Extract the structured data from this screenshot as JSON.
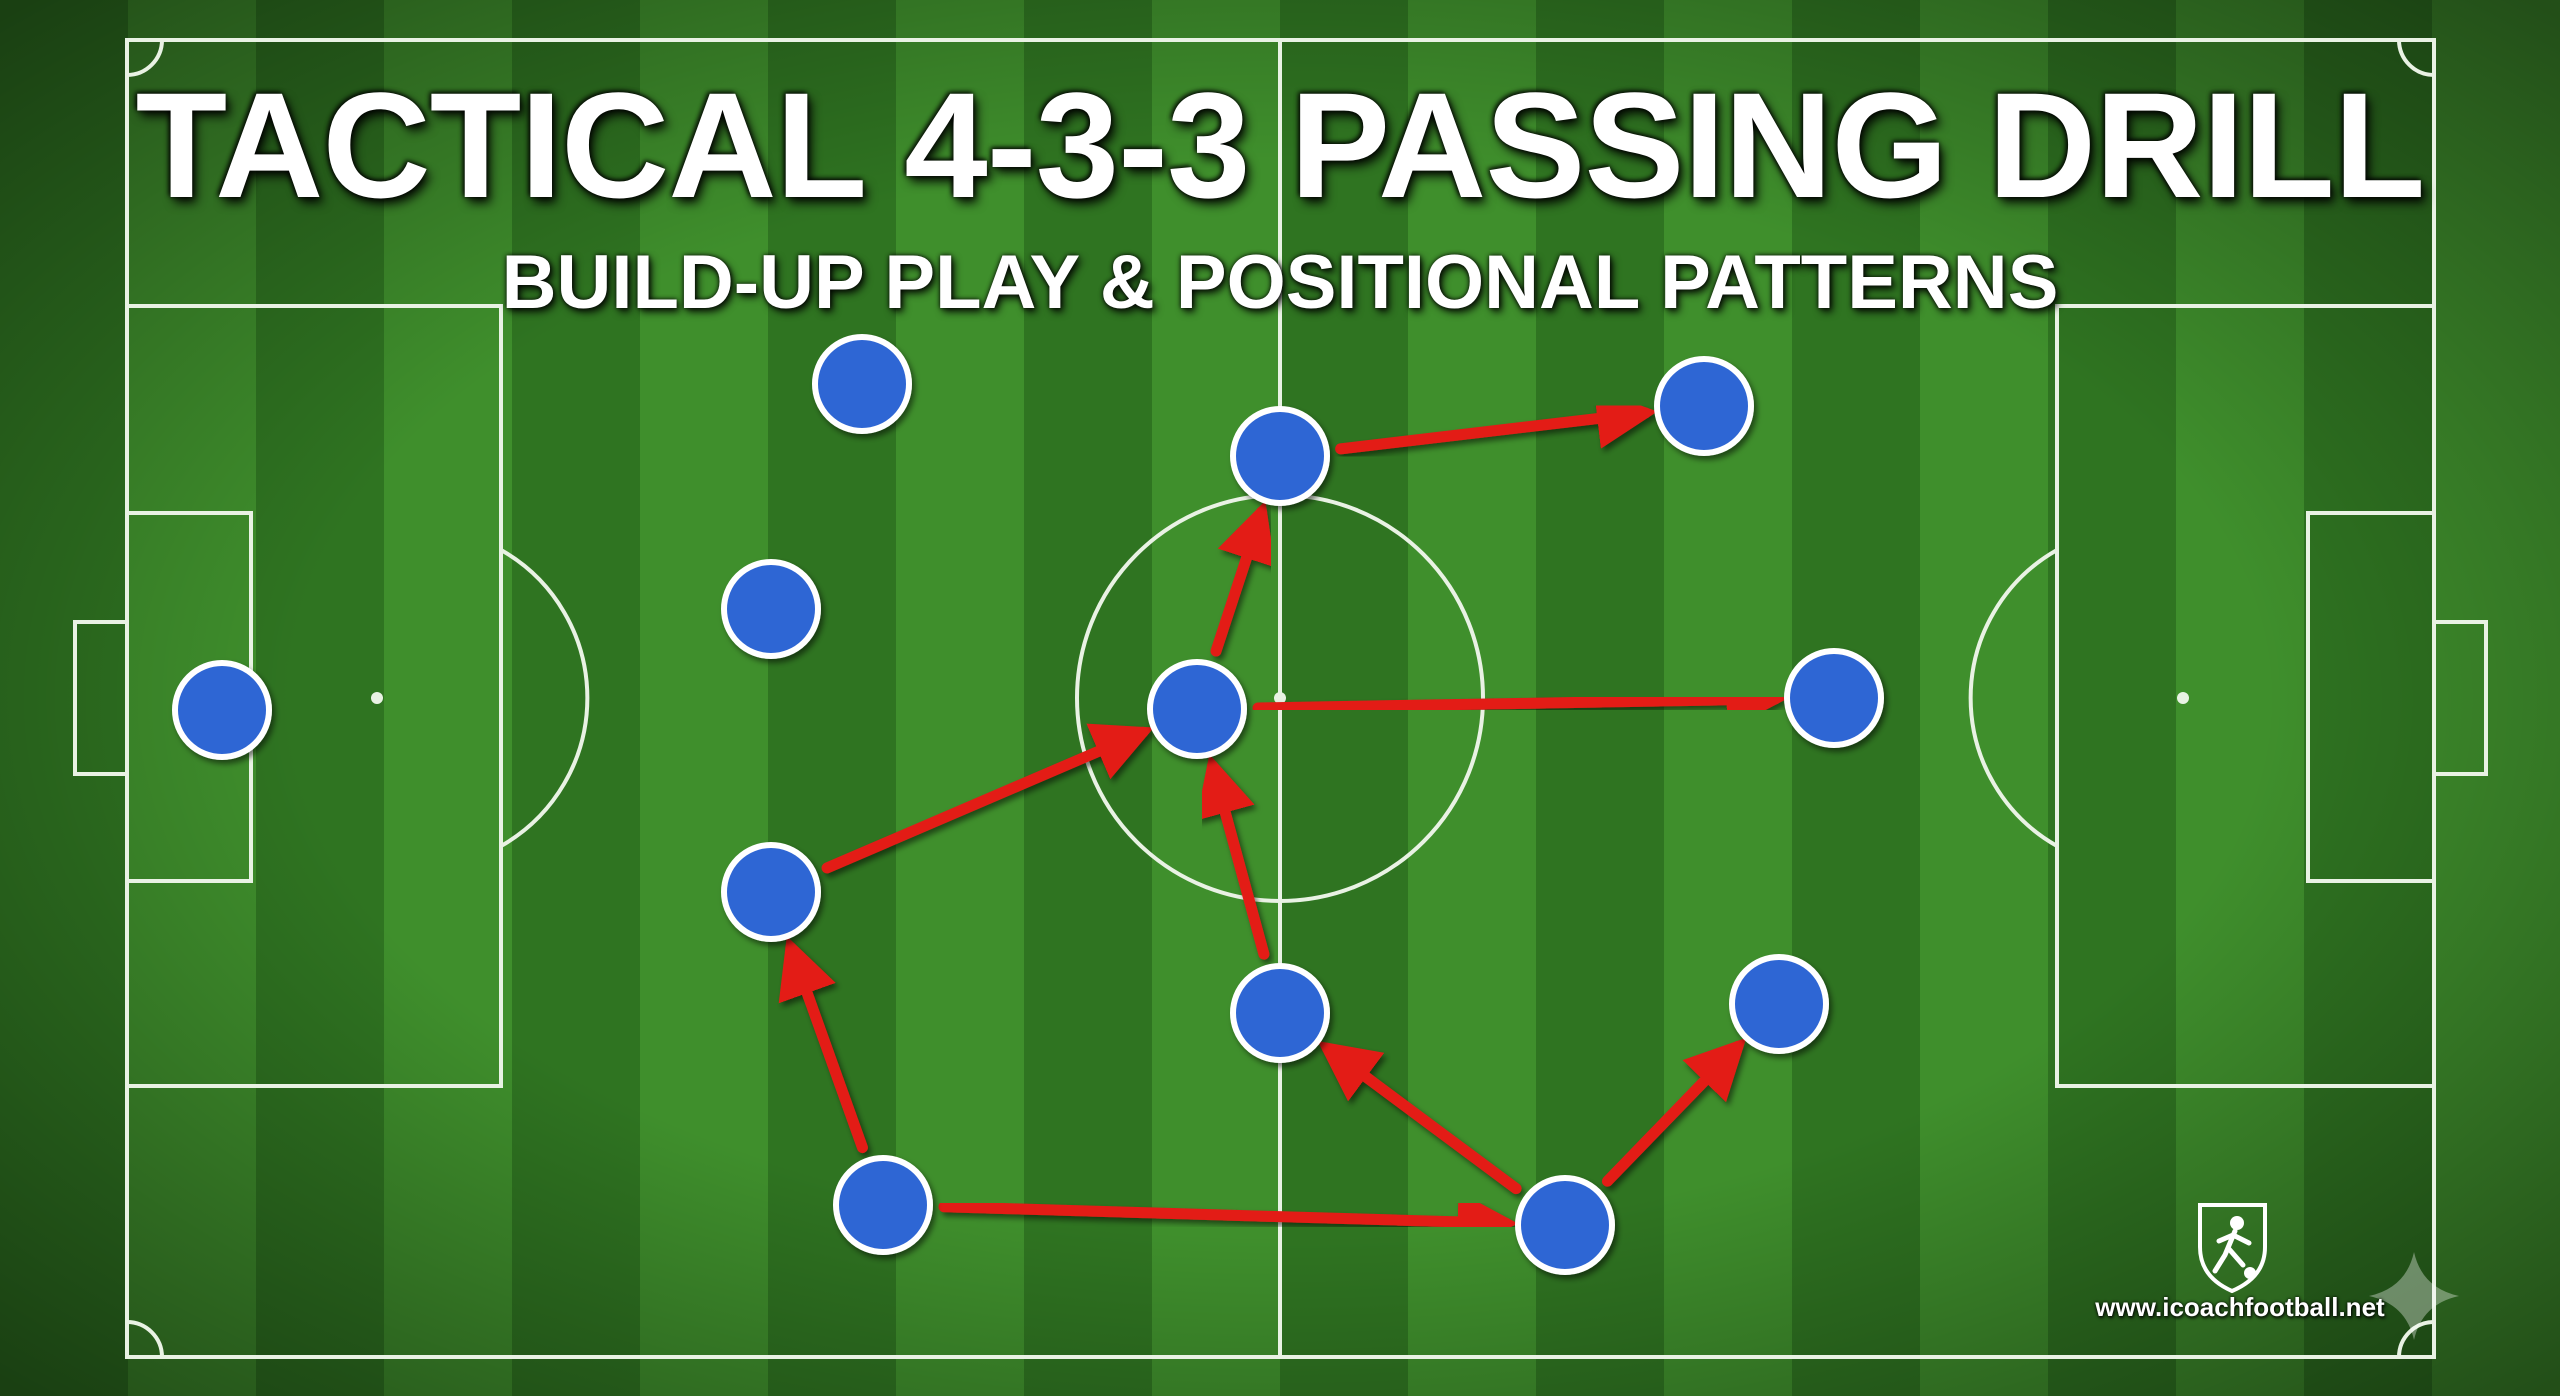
{
  "title": "TACTICAL 4-3-3 PASSING DRILL",
  "subtitle": "BUILD-UP PLAY & POSITIONAL PATTERNS",
  "footer_url": "www.icoachfootball.net",
  "colors": {
    "grass_light": "#3f8f2c",
    "grass_dark": "#2f7421",
    "lines": "#e9f2e4",
    "player": "#2f66d4",
    "player_border": "#ffffff",
    "pass_arrow": "#e31b17"
  },
  "icons": {
    "logo": "shield-player-logo-icon",
    "sparkle": "sparkle-icon"
  },
  "players": [
    {
      "id": "gk"
    },
    {
      "id": "def-top"
    },
    {
      "id": "def-mid-top"
    },
    {
      "id": "def-mid-bottom"
    },
    {
      "id": "def-bottom"
    },
    {
      "id": "mid-top"
    },
    {
      "id": "mid-center"
    },
    {
      "id": "mid-bottom"
    },
    {
      "id": "fwd-top"
    },
    {
      "id": "fwd-center"
    },
    {
      "id": "fwd-bottom"
    },
    {
      "id": "bottom-right"
    }
  ],
  "passes": [
    {
      "from": "def-bottom",
      "to": "def-mid-bottom"
    },
    {
      "from": "def-bottom",
      "to": "bottom-right"
    },
    {
      "from": "def-mid-bottom",
      "to": "mid-center"
    },
    {
      "from": "mid-bottom",
      "to": "mid-center"
    },
    {
      "from": "mid-center",
      "to": "mid-top"
    },
    {
      "from": "mid-top",
      "to": "fwd-top"
    },
    {
      "from": "mid-center",
      "to": "fwd-center"
    },
    {
      "from": "bottom-right",
      "to": "mid-bottom"
    },
    {
      "from": "bottom-right",
      "to": "fwd-bottom"
    }
  ]
}
